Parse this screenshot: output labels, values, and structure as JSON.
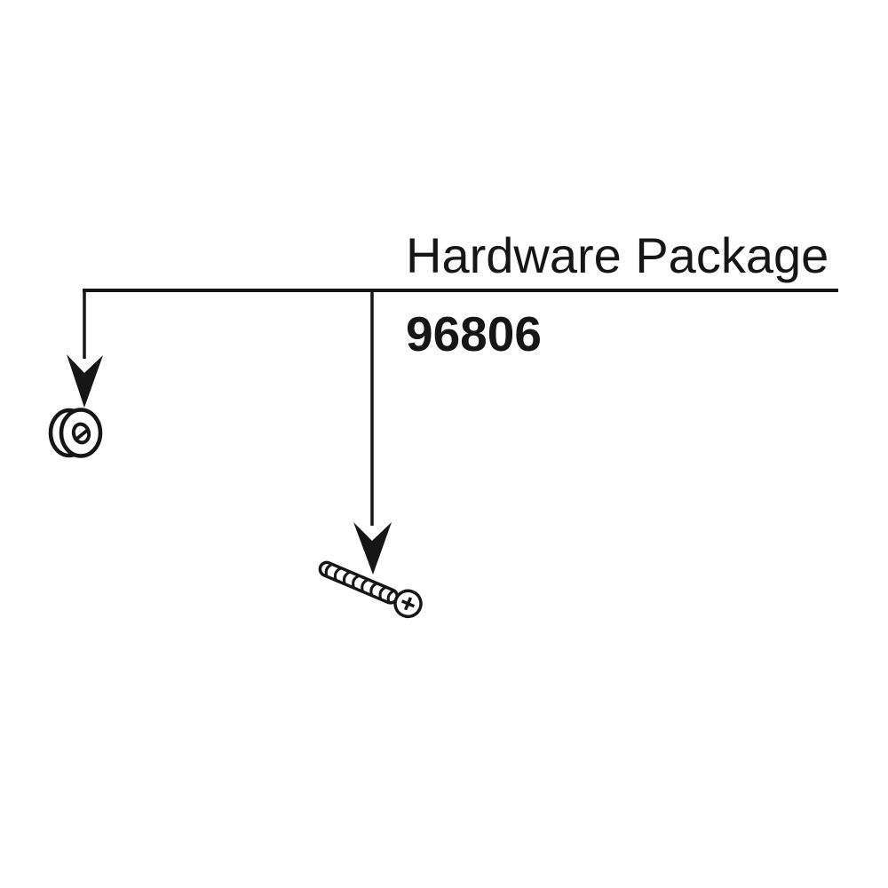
{
  "diagram": {
    "title": "Hardware Package",
    "part_number": "96806",
    "colors": {
      "line": "#161616",
      "background": "#ffffff"
    },
    "items": [
      {
        "id": "washer",
        "icon": "washer-icon"
      },
      {
        "id": "screw",
        "icon": "screw-icon"
      }
    ]
  }
}
